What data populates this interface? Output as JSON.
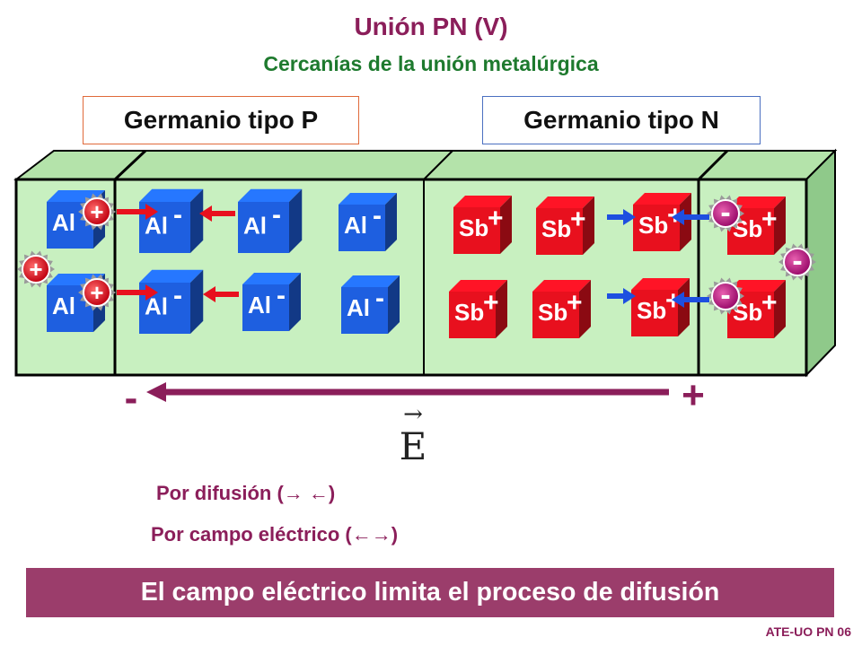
{
  "title": "Unión PN (V)",
  "subtitle": "Cercanías de la unión metalúrgica",
  "region_p": "Germanio tipo P",
  "region_n": "Germanio tipo N",
  "acceptor_label": "Al",
  "donor_label": "Sb",
  "negative_sign": "-",
  "positive_sign": "+",
  "field_symbol": "E",
  "vector_arrow": "→",
  "legend_diffusion": "Por difusión (→ ←)",
  "legend_field": "Por campo eléctrico (←→)",
  "conclusion": "El campo eléctrico limita el proceso de difusión",
  "footer": "ATE-UO PN 06",
  "colors": {
    "title": "#8B1E5A",
    "subtitle": "#1E7A2E",
    "crystal": "#C8F0C0",
    "acceptor": "#1E5FE0",
    "donor": "#E8101E",
    "hole": "#E8101E",
    "electron": "#C01880",
    "banner": "#9B3D6B"
  }
}
